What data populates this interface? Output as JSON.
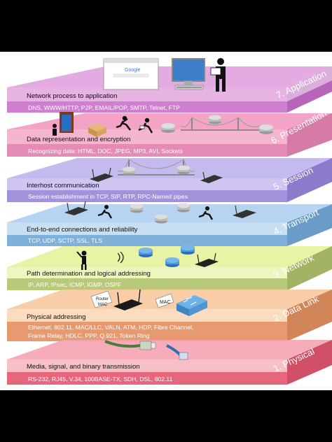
{
  "layers": [
    {
      "label": "7. Application",
      "title": "Network process to application",
      "protocols": "DNS, WWW/HTTP, P2P, EMAIL/POP, SMTP, Telnet, FTP",
      "color": "#d98fd7",
      "band": "#cf7fd0"
    },
    {
      "label": "6. Presentation",
      "title": "Data representation and encryption",
      "protocols": "Recognizing data: HTML, DOC, JPEG, MP3, AVI, Sockets",
      "color": "#f08db8",
      "band": "#e58bb6"
    },
    {
      "label": "5. Session",
      "title": "Interhost communication",
      "protocols": "Session establishment in TCP, SIP, RTP, RPC-Named pipes",
      "color": "#b7a9e8",
      "band": "#a491dc"
    },
    {
      "label": "4. Transport",
      "title": "End-to-end connections and reliability",
      "protocols": "TCP, UDP, SCTP, SSL, TLS",
      "color": "#a9cdee",
      "band": "#7fb0d9"
    },
    {
      "label": "3. Network",
      "title": "Path determination and logical addressing",
      "protocols": "IP, ARP, IPsec, ICMP, IGMP, OSPF",
      "color": "#e7f29c",
      "band": "#b9c97a"
    },
    {
      "label": "2. Data Link",
      "title": "Physical addressing",
      "protocols": "Ethernet, 802.11, MAC/LLC, VALN, ATM, HDP, Fibre Channel, Frame Relay, HDLC, PPP, Q.921, Token Ring",
      "protocols_line1": "Ethernet, 802.11, MAC/LLC, VALN, ATM, HDP, Fibre Channel,",
      "protocols_line2": "Frame Relay, HDLC,  PPP, Q.921, Token Ring",
      "color": "#f8c89f",
      "band": "#e79a6f"
    },
    {
      "label": "1. Physical",
      "title": "Media, signal, and binary transmission",
      "protocols": "RS-232, RJ45, V.34, 100BASE-TX, SDH, DSL, 802.11",
      "color": "#f5a4b1",
      "band": "#e6667c"
    }
  ],
  "illustrations": {
    "browser_logo": "Google",
    "router_tag": "Router MAC",
    "router_tag_line1": "Router",
    "router_tag_line2": "MAC",
    "mac_tag": "MAC"
  },
  "icons": [
    "browser-window-icon",
    "desktop-computer-icon",
    "person-with-box-icon",
    "door-icon",
    "boxes-icon",
    "running-person-icon",
    "router-icon",
    "suspension-bridge-icon",
    "wireless-router-icon",
    "person-waving-icon",
    "switch-icon",
    "ethernet-cable-icon",
    "rj45-cable-icon"
  ]
}
